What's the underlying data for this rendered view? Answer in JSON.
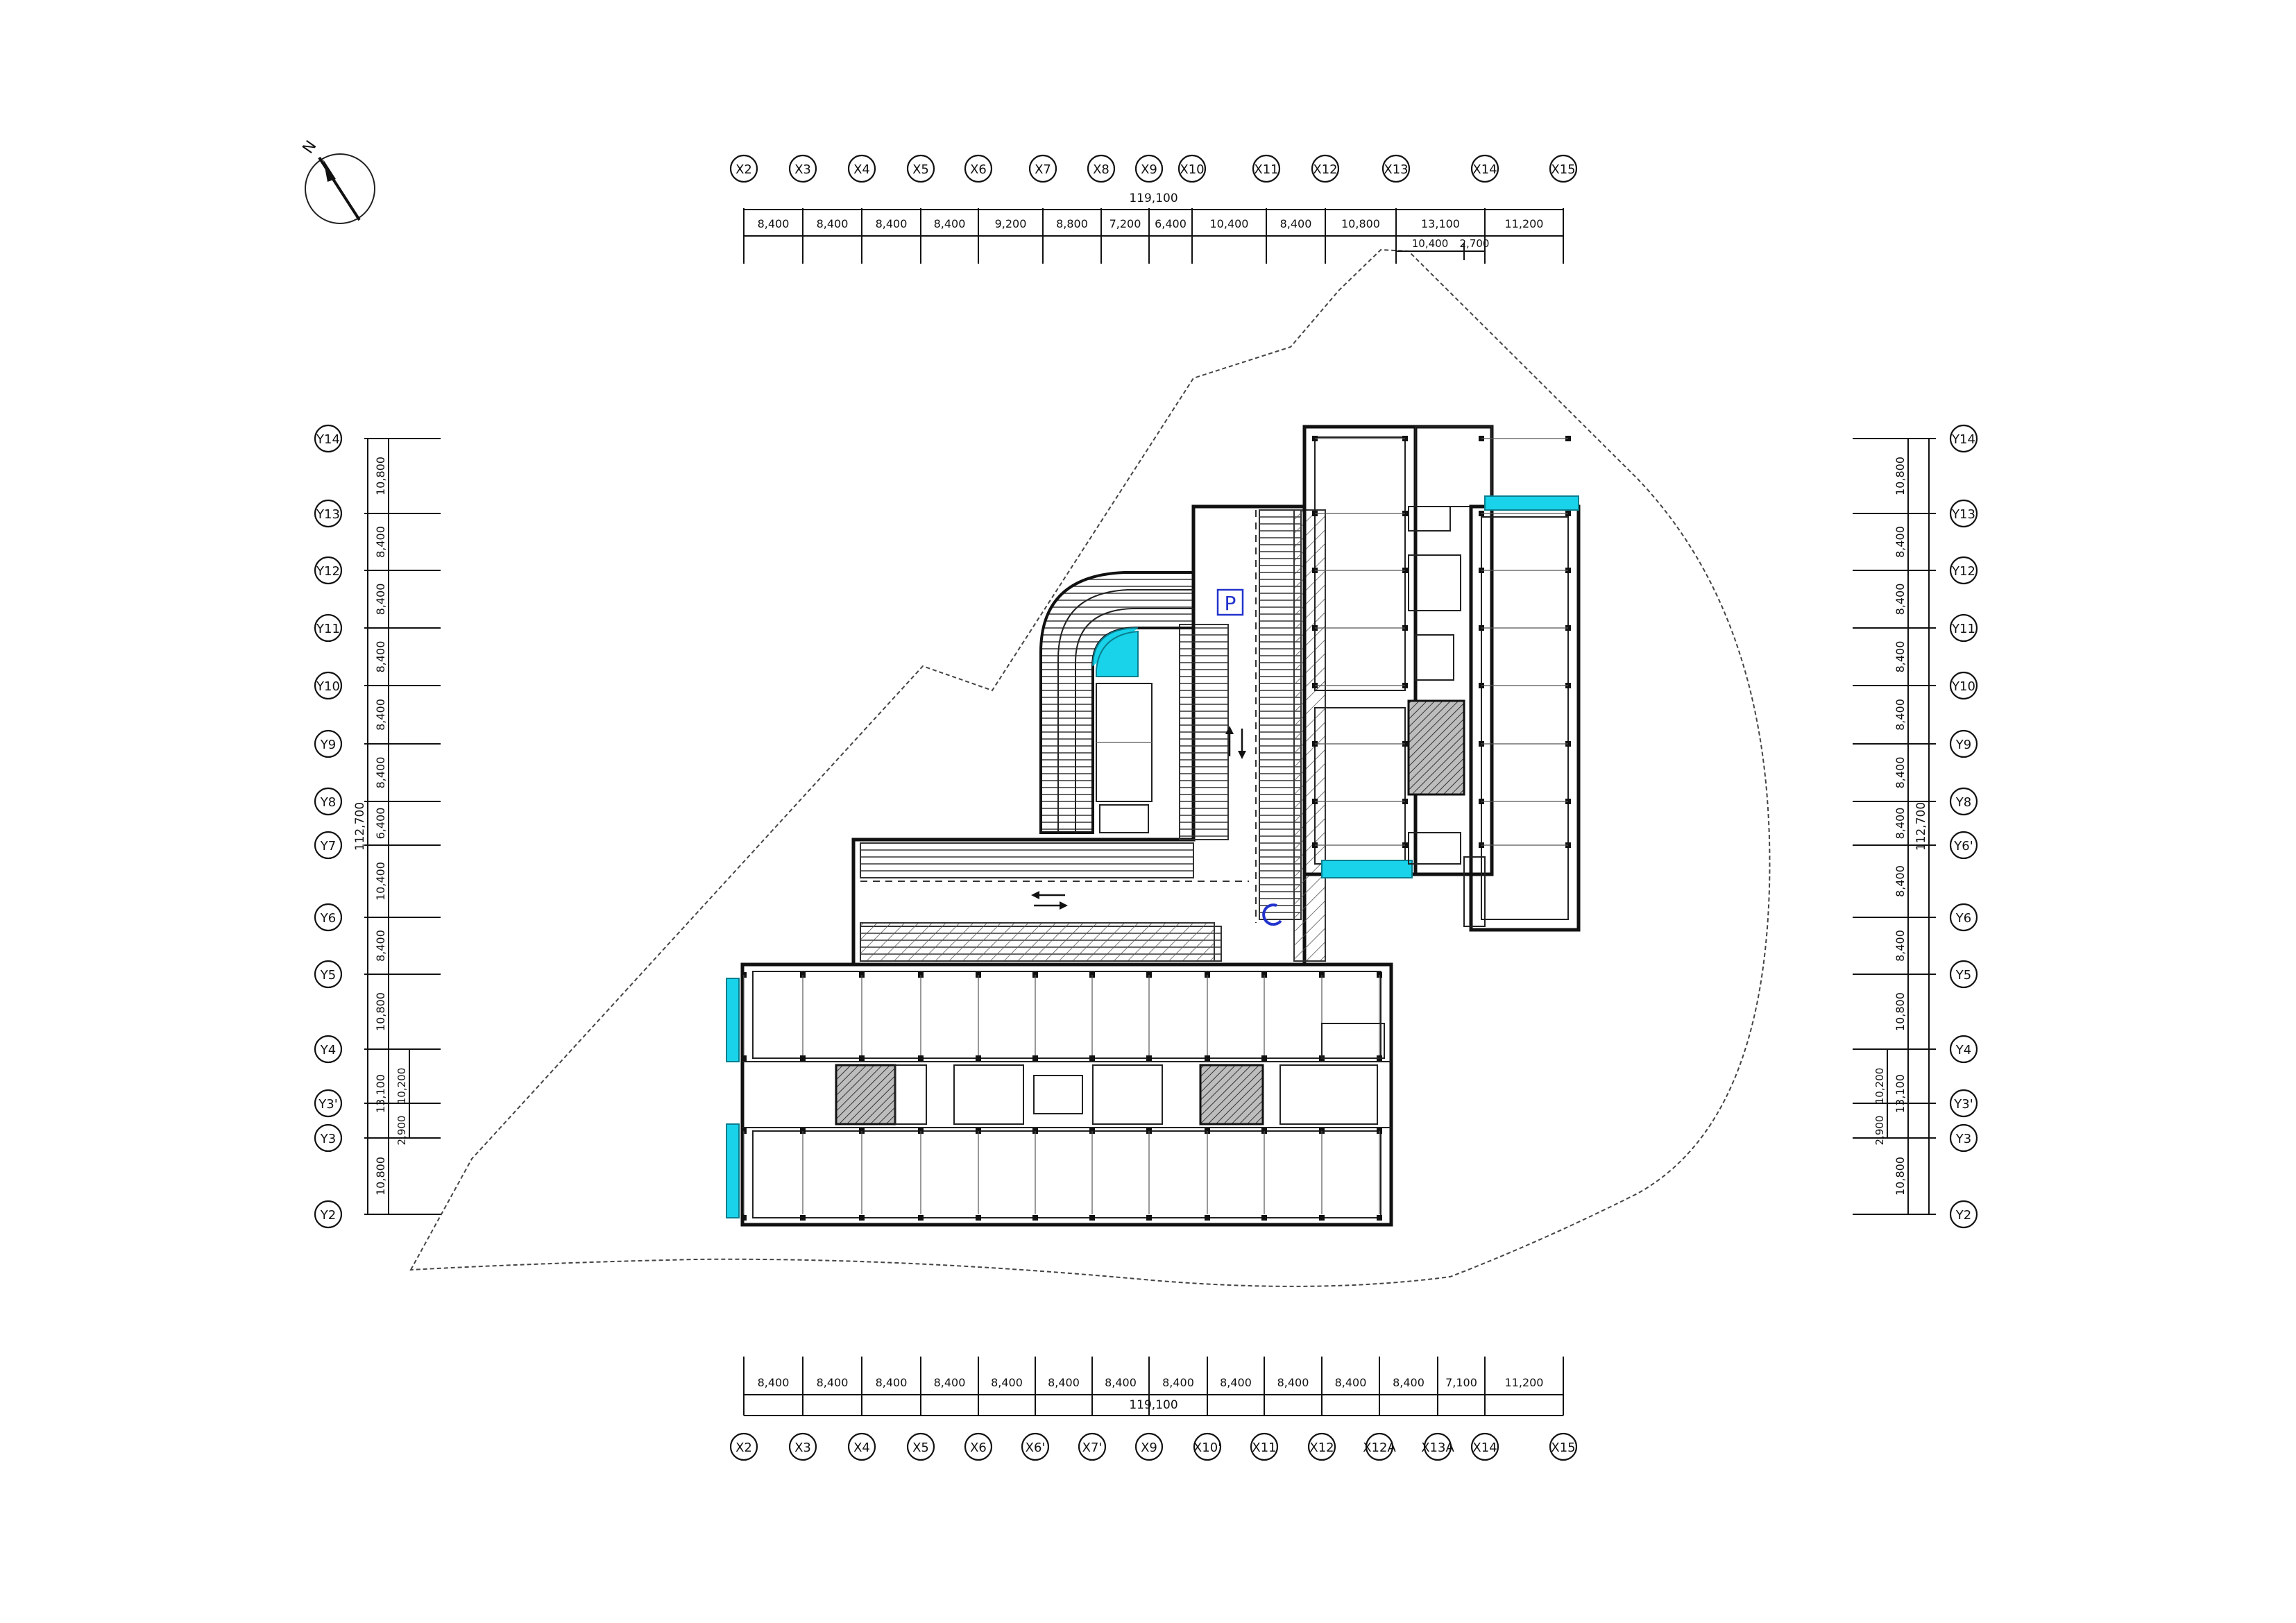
{
  "north_label": "N",
  "parking_label": "P",
  "colors": {
    "glass": "#18d3ea",
    "parking": "#2233cc",
    "line": "#111111"
  },
  "grid_top": {
    "labels": [
      "X2",
      "X3",
      "X4",
      "X5",
      "X6",
      "X7",
      "X8",
      "X9",
      "X10",
      "X11",
      "X12",
      "X13",
      "X14",
      "X15"
    ],
    "spans": [
      "8,400",
      "8,400",
      "8,400",
      "8,400",
      "9,200",
      "8,800",
      "7,200",
      "6,400",
      "10,400",
      "8,400",
      "10,800",
      "13,100",
      "11,200"
    ],
    "sub_spans": [
      "10,400",
      "2,700"
    ],
    "total": "119,100"
  },
  "grid_bottom": {
    "labels": [
      "X2",
      "X3",
      "X4",
      "X5",
      "X6",
      "X6'",
      "X7'",
      "X9",
      "X10'",
      "X11",
      "X12",
      "X12A",
      "X13A",
      "X14",
      "X15"
    ],
    "spans": [
      "8,400",
      "8,400",
      "8,400",
      "8,400",
      "8,400",
      "8,400",
      "8,400",
      "8,400",
      "8,400",
      "8,400",
      "8,400",
      "8,400",
      "7,100",
      "11,200"
    ],
    "total": "119,100"
  },
  "grid_left": {
    "labels": [
      "Y14",
      "Y13",
      "Y12",
      "Y11",
      "Y10",
      "Y9",
      "Y8",
      "Y7",
      "Y6",
      "Y5",
      "Y4",
      "Y3'",
      "Y3",
      "Y2"
    ],
    "spans": [
      "10,800",
      "8,400",
      "8,400",
      "8,400",
      "8,400",
      "8,400",
      "6,400",
      "10,400",
      "8,400",
      "10,800",
      "13,100",
      "10,800"
    ],
    "sub_spans": [
      "10,200",
      "2,900"
    ],
    "total": "112,700"
  },
  "grid_right": {
    "labels": [
      "Y14",
      "Y13",
      "Y12",
      "Y11",
      "Y10",
      "Y9",
      "Y8",
      "Y6'",
      "Y6",
      "Y5",
      "Y4",
      "Y3'",
      "Y3",
      "Y2"
    ],
    "spans": [
      "10,800",
      "8,400",
      "8,400",
      "8,400",
      "8,400",
      "8,400",
      "8,400",
      "8,400",
      "8,400",
      "10,800",
      "13,100",
      "10,800"
    ],
    "sub_spans": [
      "10,200",
      "2,900"
    ],
    "total": "112,700"
  }
}
